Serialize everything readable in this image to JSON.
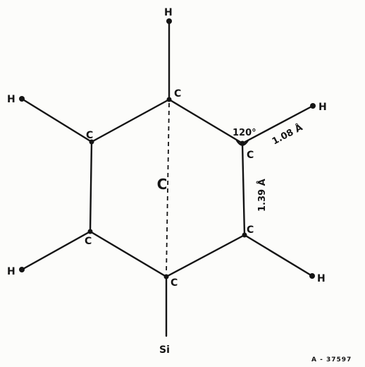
{
  "atoms": {
    "carbon": "C",
    "hydrogen": "H",
    "silicon": "Si"
  },
  "annotations": {
    "bond_angle": "120°",
    "ch_bond_length": "1.08 Å",
    "cc_bond_length": "1.39 Å",
    "rotation_axis_symbol": "C"
  },
  "figure_ref": "A - 37597",
  "colors": {
    "ink": "#141414",
    "paper": "#fcfcfa"
  }
}
